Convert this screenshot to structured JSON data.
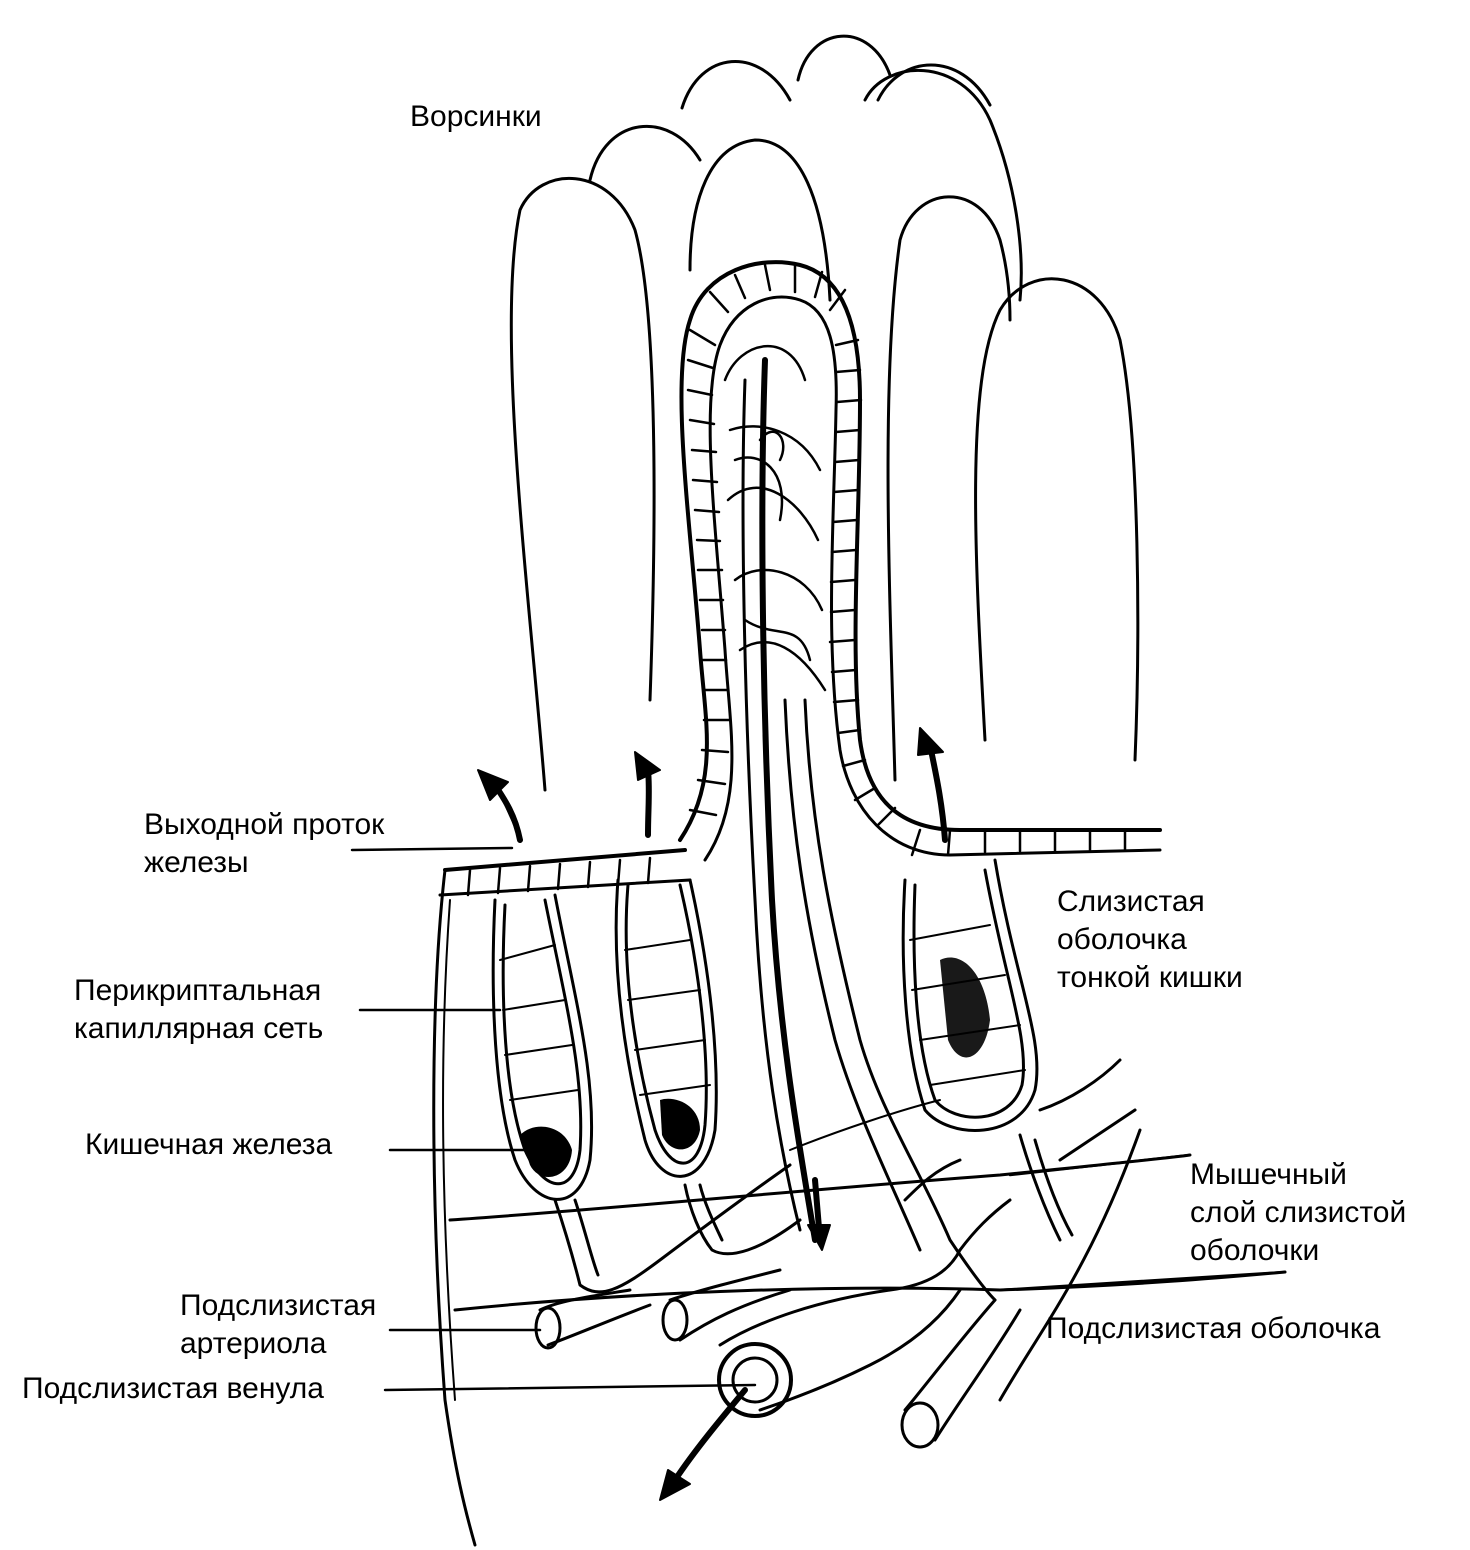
{
  "labels": {
    "villi": "Ворсинки",
    "gland_duct": [
      "Выходной проток",
      "железы"
    ],
    "pericryptal_net": [
      "Перикриптальная",
      "капиллярная сеть"
    ],
    "intestinal_gland": "Кишечная железа",
    "submucosal_arteriole": [
      "Подслизистая",
      "артериола"
    ],
    "submucosal_venule": "Подслизистая венула",
    "mucosa": [
      "Слизистая",
      "оболочка",
      "тонкой кишки"
    ],
    "muscularis_mucosae": [
      "Мышечный",
      "слой слизистой",
      "оболочки"
    ],
    "submucosa": "Подслизистая оболочка"
  },
  "colors": {
    "ink": "#000000",
    "paper": "#ffffff"
  }
}
